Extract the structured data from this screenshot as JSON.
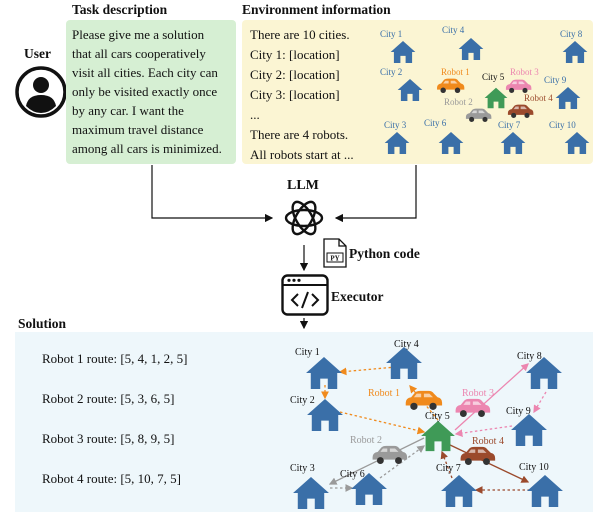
{
  "user": {
    "label": "User"
  },
  "task": {
    "title": "Task description",
    "lines": [
      "Please give me a solution",
      "that all cars cooperatively",
      "visit all cities. Each city can",
      "only be visited exactly once",
      "by any car. I want the",
      "maximum travel distance",
      "among all cars is minimized."
    ]
  },
  "env": {
    "title": "Environment information",
    "lines": [
      "There are 10 cities.",
      "City 1: [location]",
      "City 2: [location]",
      "City 3: [location]",
      "...",
      "There are 4 robots.",
      "All robots start at ..."
    ],
    "cities": [
      "City 1",
      "City 2",
      "City 3",
      "City 4",
      "City 5",
      "City 6",
      "City 7",
      "City 8",
      "City 9",
      "City 10"
    ],
    "robots": [
      "Robot 1",
      "Robot 2",
      "Robot 3",
      "Robot 4"
    ]
  },
  "pipeline": {
    "llm": "LLM",
    "python_code": "Python code",
    "py_tag": "PY",
    "executor": "Executor"
  },
  "solution": {
    "title": "Solution",
    "routes": [
      "Robot 1 route: [5, 4, 1, 2, 5]",
      "Robot 2 route: [5, 3, 6, 5]",
      "Robot 3 route: [5, 8, 9, 5]",
      "Robot 4 route: [5, 10, 7, 5]"
    ]
  },
  "colors": {
    "house": "#3a6fa8",
    "depot": "#3f9a57",
    "robot1": "#f08a1c",
    "robot2": "#9a9a9a",
    "robot3": "#ec86b0",
    "robot4": "#9b4a2c",
    "task_bg": "#d6efd3",
    "env_bg": "#fbf5d3",
    "sol_bg": "#eef7fb"
  }
}
